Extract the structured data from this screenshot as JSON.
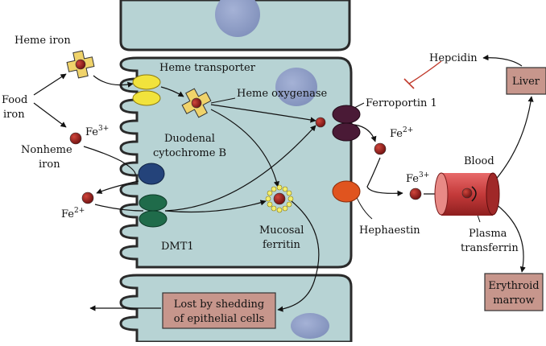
{
  "labels": {
    "heme_iron": "Heme iron",
    "food_iron_line1": "Food",
    "food_iron_line2": "iron",
    "nonheme_line1": "Nonheme",
    "nonheme_line2": "iron",
    "fe3_left": "Fe",
    "fe3_left_sup": "3+",
    "fe2_left": "Fe",
    "fe2_left_sup": "2+",
    "heme_transporter": "Heme transporter",
    "heme_oxygenase": "Heme oxygenase",
    "duodenal_line1": "Duodenal",
    "duodenal_line2": "cytochrome B",
    "dmt1": "DMT1",
    "mucosal_line1": "Mucosal",
    "mucosal_line2": "ferritin",
    "lost_line1": "Lost by shedding",
    "lost_line2": "of epithelial cells",
    "ferroportin": "Ferroportin 1",
    "fe2_right": "Fe",
    "fe2_right_sup": "2+",
    "hephaestin": "Hephaestin",
    "fe3_right": "Fe",
    "fe3_right_sup": "3+",
    "hepcidin": "Hepcidin",
    "liver": "Liver",
    "blood": "Blood",
    "plasma_line1": "Plasma",
    "plasma_line2": "transferrin",
    "erythroid_line1": "Erythroid",
    "erythroid_line2": "marrow"
  },
  "colors": {
    "cell_fill": "#b7d3d4",
    "cell_stroke": "#2a2a2a",
    "nucleus": "#8f9ec4",
    "iron": "#8b1a1a",
    "heme_cross": "#f0d36a",
    "transporter": "#f1e33c",
    "cytochrome": "#24437a",
    "dmt1": "#1f6b4a",
    "ferroportin": "#4a1a36",
    "hephaestin": "#e0541f",
    "box_fill": "#c7968c",
    "vessel": "#c43a3a",
    "hepcidin_inhibit": "#c0392b"
  }
}
